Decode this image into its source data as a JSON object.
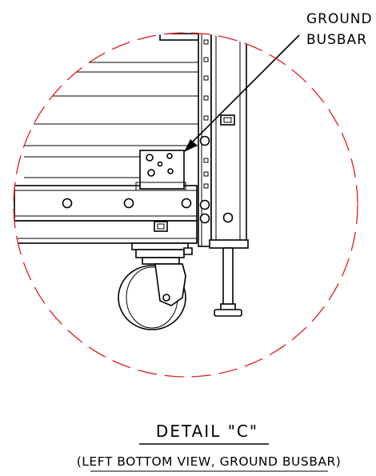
{
  "callout": {
    "line1": "GROUND",
    "line2": "BUSBAR"
  },
  "detail_title": "DETAIL \"C\"",
  "detail_subtitle": "(LEFT BOTTOM VIEW, GROUND BUSBAR)",
  "colors": {
    "detail_circle": "#e31a1c",
    "linework": "#000000"
  }
}
